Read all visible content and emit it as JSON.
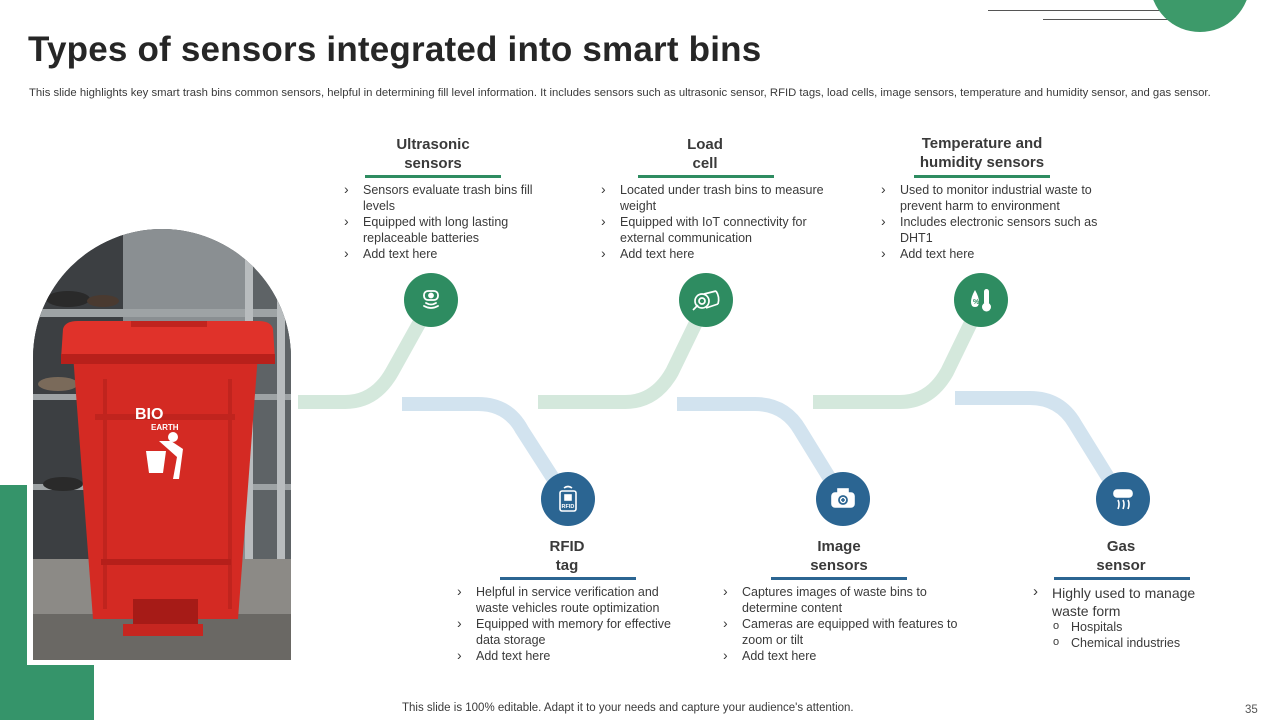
{
  "slide": {
    "title": "Types of sensors integrated into smart bins",
    "subtitle": "This slide highlights key smart trash bins common sensors, helpful in determining fill level information. It includes sensors such as ultrasonic sensor, RFID tags, load cells, image sensors, temperature and humidity sensor, and gas sensor.",
    "footer": "This slide is 100% editable. Adapt it to your needs and capture your audience's attention.",
    "page_number": "35"
  },
  "photo": {
    "bin_logo_line1": "BIO",
    "bin_logo_line2": "EARTH"
  },
  "sensors": [
    {
      "heading_line1": "Ultrasonic",
      "heading_line2": "sensors",
      "icon": "ultrasonic-icon",
      "color": "#2e8c61",
      "bullets": [
        "Sensors evaluate trash bins fill levels",
        "Equipped with long lasting replaceable batteries",
        "Add text here"
      ]
    },
    {
      "heading_line1": "Load",
      "heading_line2": "cell",
      "icon": "load-cell-icon",
      "color": "#2e8c61",
      "bullets": [
        "Located under trash bins to measure weight",
        "Equipped with IoT connectivity for external communication",
        "Add text here"
      ]
    },
    {
      "heading_line1": "Temperature and",
      "heading_line2": "humidity sensors",
      "icon": "thermometer-icon",
      "color": "#2e8c61",
      "bullets": [
        "Used to monitor industrial waste to prevent harm to environment",
        "Includes electronic sensors such as DHT1",
        "Add text here"
      ]
    },
    {
      "heading_line1": "RFID",
      "heading_line2": "tag",
      "icon": "rfid-icon",
      "icon_label": "RFID",
      "color": "#2b6592",
      "bullets": [
        "Helpful in service verification and waste vehicles route optimization",
        "Equipped with memory for effective data storage",
        "Add text here"
      ]
    },
    {
      "heading_line1": "Image",
      "heading_line2": "sensors",
      "icon": "camera-icon",
      "color": "#2b6592",
      "bullets": [
        "Captures images of waste bins to determine content",
        "Cameras are equipped with features to zoom or tilt",
        "Add text here"
      ]
    },
    {
      "heading_line1": "Gas",
      "heading_line2": "sensor",
      "icon": "gas-detector-icon",
      "color": "#2b6592",
      "main_bullet": "Highly used to manage waste form",
      "sub_bullets": [
        "Hospitals",
        "Chemical industries"
      ]
    }
  ]
}
